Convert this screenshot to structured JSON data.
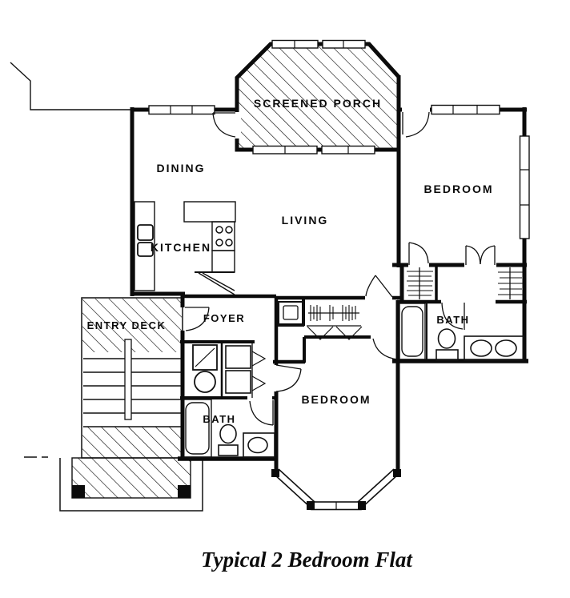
{
  "figure": {
    "caption": "Typical 2 Bedroom Flat",
    "labels": {
      "screened_porch": "SCREENED PORCH",
      "dining": "DINING",
      "living": "LIVING",
      "kitchen": "KITCHEN",
      "bedroom_upper": "BEDROOM",
      "bedroom_lower": "BEDROOM",
      "bath_upper": "BATH",
      "bath_lower": "BATH",
      "foyer": "FOYER",
      "entry_deck": "ENTRY DECK"
    },
    "colors": {
      "ink": "#0b0b0b",
      "paper": "#ffffff"
    }
  }
}
